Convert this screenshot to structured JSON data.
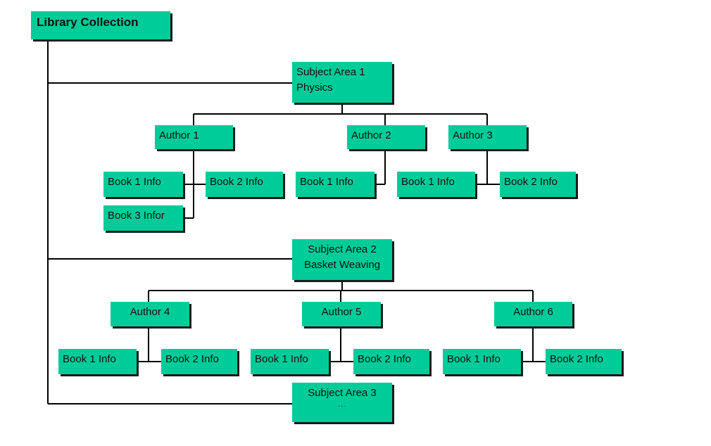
{
  "diagram": {
    "root": "Library Collection",
    "subjects": [
      {
        "line1": "Subject Area 1",
        "line2": "Physics",
        "authors": [
          {
            "name": "Author 1",
            "books": [
              "Book 1 Info",
              "Book 2 Info",
              "Book 3 Infor"
            ]
          },
          {
            "name": "Author 2",
            "books": [
              "Book 1 Info"
            ]
          },
          {
            "name": "Author 3",
            "books": [
              "Book 1 Info",
              "Book 2 Info"
            ]
          }
        ]
      },
      {
        "line1": "Subject Area 2",
        "line2": "Basket Weaving",
        "authors": [
          {
            "name": "Author 4",
            "books": [
              "Book 1 Info",
              "Book 2 Info"
            ]
          },
          {
            "name": "Author 5",
            "books": [
              "Book 1 Info",
              "Book 2 Info"
            ]
          },
          {
            "name": "Author 6",
            "books": [
              "Book 1 Info",
              "Book 2 Info"
            ]
          }
        ]
      },
      {
        "line1": "Subject Area 3",
        "line2": "..."
      }
    ]
  },
  "colors": {
    "node_fill": "#00cc99",
    "node_shadow": "#1a1a1a",
    "connector": "#000000"
  }
}
